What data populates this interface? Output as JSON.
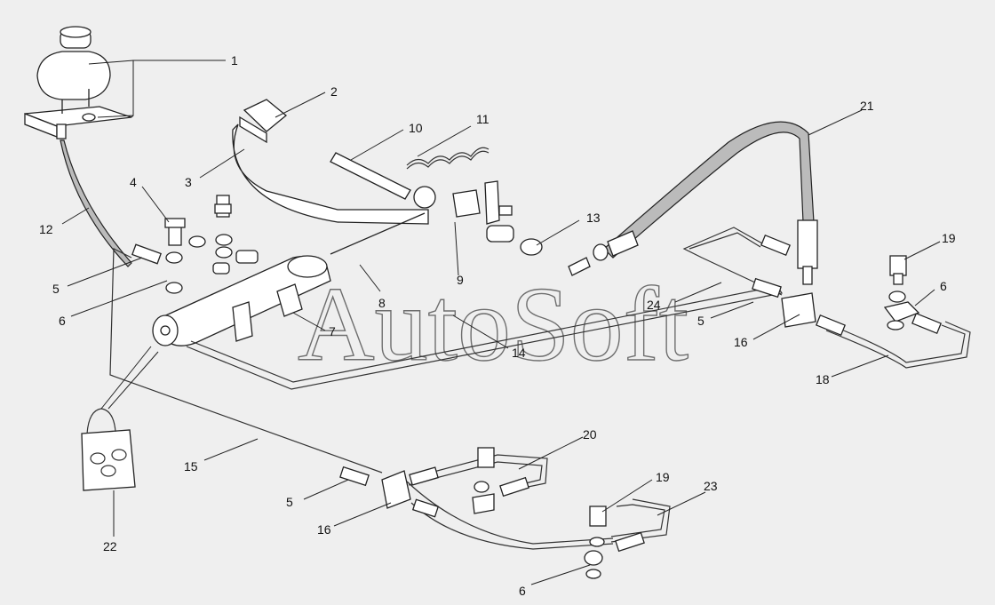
{
  "watermark": "AutoSoft",
  "callouts": [
    "1",
    "2",
    "3",
    "4",
    "5",
    "6",
    "7",
    "8",
    "9",
    "10",
    "11",
    "12",
    "13",
    "14",
    "15",
    "16",
    "18",
    "19",
    "20",
    "21",
    "22",
    "23",
    "24"
  ],
  "colors": {
    "background": "#efefef",
    "line": "#222222",
    "text": "#111111"
  }
}
